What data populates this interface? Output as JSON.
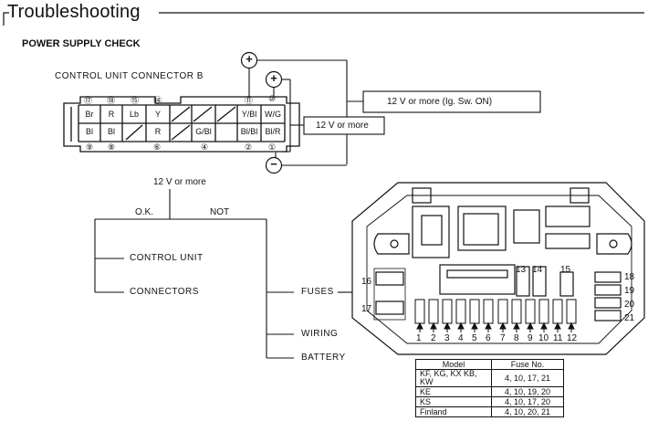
{
  "title": "Troubleshooting",
  "section": "POWER SUPPLY CHECK",
  "connector": {
    "label": "CONTROL UNIT CONNECTOR B",
    "top_pins": [
      "⑰",
      "⑱",
      "⑮",
      "⑭",
      "⑪",
      "⑩"
    ],
    "bottom_pins": [
      "⑨",
      "⑧",
      "⑥",
      "④",
      "②",
      "①"
    ],
    "top_cells": [
      "Br",
      "R",
      "Lb",
      "Y",
      "Y/Bl",
      "W/G"
    ],
    "bottom_cells": [
      "Bl",
      "Bl",
      "R",
      "G/Bl",
      "Bl/Bl",
      "Bl/R"
    ],
    "plus": "+",
    "minus": "−",
    "voltage_ign": "12 V or more (Ig. Sw. ON)",
    "voltage_batt": "12 V or more"
  },
  "flow": {
    "voltage": "12 V or more",
    "ok": "O.K.",
    "not": "NOT",
    "ok_items": [
      "CONTROL UNIT",
      "CONNECTORS"
    ],
    "not_items": [
      "FUSES",
      "WIRING",
      "BATTERY"
    ]
  },
  "fuse_box": {
    "bottom_numbers": [
      "1",
      "2",
      "3",
      "4",
      "5",
      "6",
      "7",
      "8",
      "9",
      "10",
      "11",
      "12"
    ],
    "upper_numbers": [
      "13",
      "14",
      "15"
    ],
    "left_numbers": [
      "16",
      "17"
    ],
    "right_numbers": [
      "18",
      "19",
      "20",
      "21"
    ]
  },
  "fuse_table": {
    "headers": [
      "Model",
      "Fuse No."
    ],
    "rows": [
      [
        "KF, KG, KX KB, KW",
        "4, 10, 17, 21"
      ],
      [
        "KE",
        "4, 10, 19, 20"
      ],
      [
        "KS",
        "4, 10, 17, 20"
      ],
      [
        "Finland",
        "4, 10, 20, 21"
      ]
    ]
  }
}
